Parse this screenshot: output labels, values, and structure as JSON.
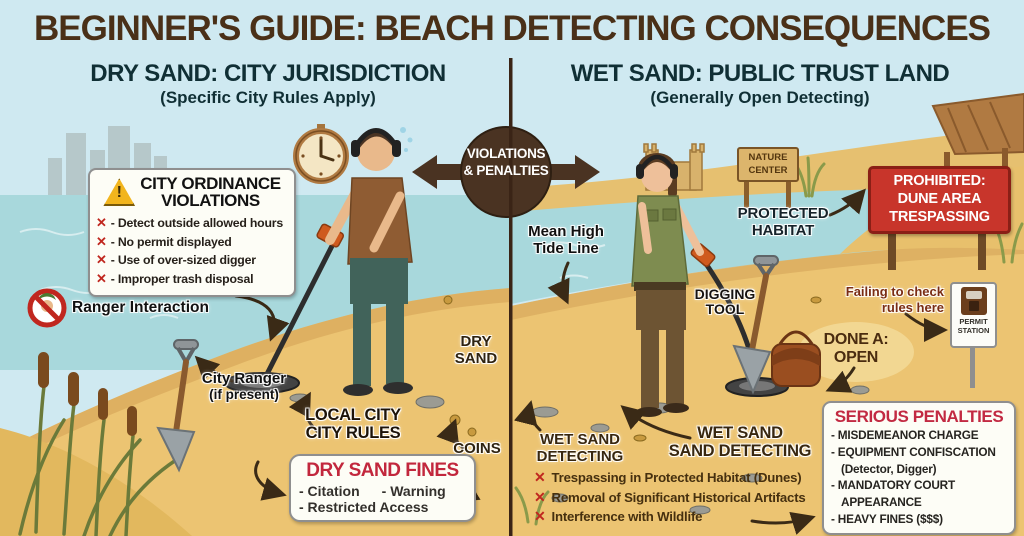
{
  "colors": {
    "sky": "#cfe9f1",
    "water": "#a8d8dc",
    "sand": "#ecc472",
    "wet_sand": "#d9a95c",
    "title_brown": "#4a3018",
    "heading_dark": "#102f35",
    "badge_brown": "#4a3322",
    "crimson": "#c2273d",
    "sign_red": "#c8352b",
    "x_red": "#c0271f",
    "warning_yellow": "#f2b51e"
  },
  "title": "BEGINNER'S GUIDE: BEACH DETECTING CONSEQUENCES",
  "center_badge": {
    "line1": "VIOLATIONS",
    "line2": "& PENALTIES"
  },
  "left_panel": {
    "heading": "DRY SAND: CITY JURISDICTION",
    "subheading": "(Specific City Rules Apply)",
    "ordinance_box": {
      "warning_mark": "!",
      "title_line1": "CITY ORDINANCE",
      "title_line2": "VIOLATIONS",
      "x_mark": "✕",
      "items": [
        "- Detect outside allowed hours",
        "- No permit displayed",
        "- Use of over-sized digger",
        "- Improper trash disposal"
      ]
    },
    "ranger_interaction_label": "Ranger Interaction",
    "city_ranger": {
      "line1": "City Ranger",
      "line2": "(if present)"
    },
    "local_city_rules": {
      "line1": "LOCAL CITY",
      "line2": "CITY RULES"
    },
    "dry_sand_label": {
      "line1": "DRY",
      "line2": "SAND"
    },
    "coins_label": "COINS",
    "fines_box": {
      "title": "DRY SAND FINES",
      "item1": "- Citation",
      "item2": "- Warning",
      "item3": "- Restricted Access"
    }
  },
  "right_panel": {
    "heading": "WET SAND: PUBLIC TRUST LAND",
    "subheading": "(Generally Open Detecting)",
    "mean_high_tide": {
      "line1": "Mean High",
      "line2": "Tide Line"
    },
    "protected_habitat": {
      "line1": "PROTECTED",
      "line2": "HABITAT"
    },
    "digging_tool": {
      "line1": "DIGGING",
      "line2": "TOOL"
    },
    "done_a_open": {
      "line1": "DONE A:",
      "line2": "OPEN"
    },
    "failing_check": {
      "line1": "Failing to check",
      "line2": "rules here"
    },
    "nature_center_sign": {
      "line1": "NATURE",
      "line2": "CENTER"
    },
    "permit_station_sign": {
      "line1": "PERMIT",
      "line2": "STATION"
    },
    "prohibited_sign": {
      "line1": "PROHIBITED:",
      "line2": "DUNE AREA",
      "line3": "TRESPASSING"
    },
    "wet_sand_detecting": {
      "line1": "WET SAND",
      "line2": "DETECTING"
    },
    "wet_sand_sand_detecting": {
      "line1": "WET SAND",
      "line2": "SAND DETECTING"
    },
    "x_mark": "✕",
    "violations_list": [
      "Trespassing in Protected Habitat (Dunes)",
      "Removal of Significant Historical Artifacts",
      "Interference with Wildlife"
    ],
    "penalties_box": {
      "title": "SERIOUS PENALTIES",
      "lines": [
        "- MISDEMEANOR CHARGE",
        "- EQUIPMENT CONFISCATION",
        "(Detector, Digger)",
        "- MANDATORY COURT",
        "APPEARANCE",
        "- HEAVY FINES ($$$)"
      ]
    }
  }
}
